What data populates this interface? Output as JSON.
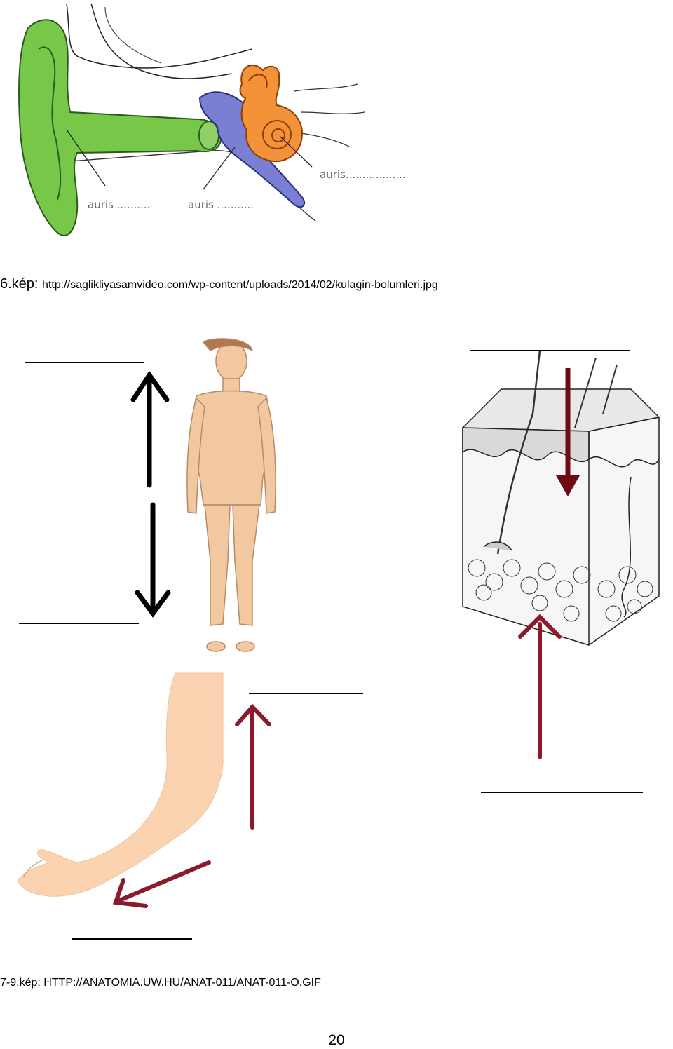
{
  "ear_figure": {
    "labels": [
      "auris ..........",
      "auris ...........",
      "auris.................."
    ],
    "colors": {
      "outer": "#77c749",
      "middle": "#7a7fd4",
      "inner": "#f4923a"
    }
  },
  "caption_6": {
    "number": "6.kép: ",
    "url": "http://saglikliyasamvideo.com/wp-content/uploads/2014/02/kulagin-bolumleri.jpg"
  },
  "caption_7_9": "7-9.kép: HTTP://ANATOMIA.UW.HU/ANAT-011/ANAT-011-O.GIF",
  "page_number": "20",
  "arrow_colors": {
    "black": "#000000",
    "maroon": "#8b1a2b"
  }
}
